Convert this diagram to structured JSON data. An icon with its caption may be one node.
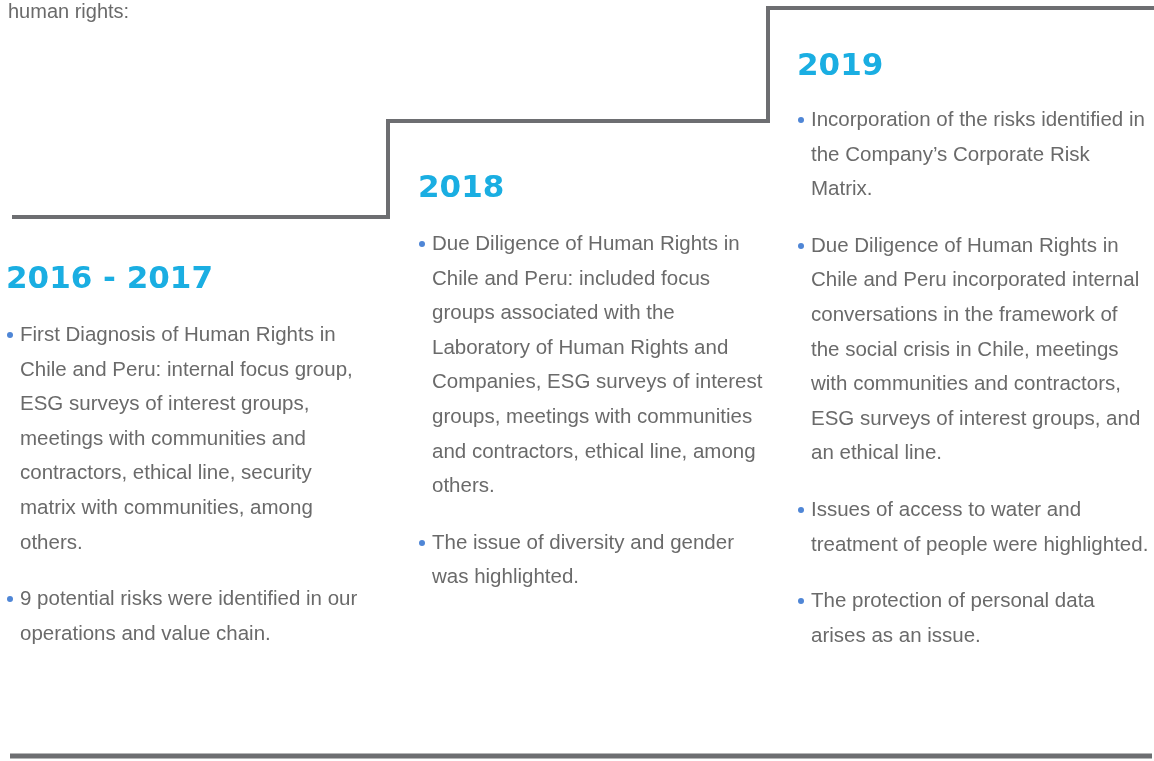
{
  "diagram": {
    "nodes": [
      {
        "text": [
          "2016 - 2017",
          "First Diagnosis of Human Rights in Chile and Peru: internal focus group, ESG surveys of interest groups, meetings with communities and contractors, ethical line, security matrix with communities, among others.",
          "9 potential risks were identified in our operations and value chain."
        ]
      },
      {
        "text": [
          "2018",
          "Due Diligence of Human Rights in Chile and Peru: included focus groups associated with the Laboratory of Human Rights and Companies, ESG surveys of interest groups, meetings with communities and contractors, ethical line, among others.",
          "The issue of diversity and gender was highlighted."
        ]
      },
      {
        "text": [
          "2019",
          "Incorporation of the risks identified in the Company’s Corporate Risk Matrix.",
          "Due Diligence of Human Rights in Chile and Peru incorporated internal conversations in the framework of the social crisis in Chile, meetings with communities and contractors, ESG surveys of interest groups, and an ethical line.",
          "Issues of access to water and treatment of people were highlighted.",
          "The protection of personal data arises as an issue."
        ]
      }
    ],
    "labels": [
      "human rights:"
    ]
  }
}
